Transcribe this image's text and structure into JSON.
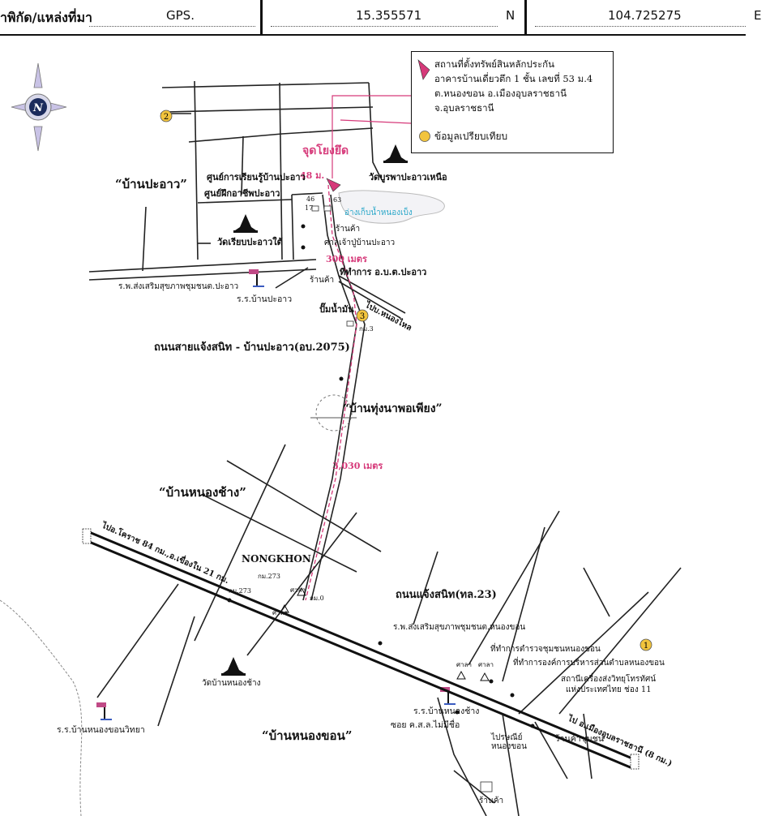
{
  "header": {
    "coord_label": "าพิกัด/แหล่งที่มา",
    "source": "GPS.",
    "lat": "15.355571",
    "lat_dir": "N",
    "lon": "104.725275",
    "lon_dir": "E"
  },
  "legend": {
    "property_line1": "สถานที่ตั้งทรัพย์สินหลักประกัน",
    "property_line2": "อาคารบ้านเดี่ยวตึก 1 ชั้น เลขที่ 53 ม.4",
    "property_line3": "ต.หนองขอน อ.เมืองอุบลราชธานี",
    "property_line4": "จ.อุบลราชธานี",
    "comparison": "ข้อมูลเปรียบเทียบ"
  },
  "compass": {
    "letter": "N",
    "icon": "compass-rose-icon"
  },
  "markers": {
    "m1": "1",
    "m2": "2",
    "m3": "3"
  },
  "labels": {
    "ref_point": "จุดโยงยึด",
    "dist_48": "48 ม.",
    "dist_300": "300 เมตร",
    "dist_3030": "3,030 เมตร",
    "village_prakao": "“บ้านปะอาว”",
    "village_thung": "“บ้านทุ่งนาพอเพียง”",
    "village_nongchang": "“บ้านหนองช้าง”",
    "village_nongkhon": "“บ้านหนองขอน”",
    "learning_center": "ศูนย์การเรียนรู้บ้านปะอาว",
    "training_center": "ศูนย์ฝึกอาชีพปะอาว",
    "temple_south": "วัดเรียบปะอาวใต้",
    "temple_north": "วัดบูรพาปะอาวเหนือ",
    "reservoir": "อ่างเก็บน้ำหนองเบ็ง",
    "shop1": "ร้านค้า",
    "shrine": "ศาลเจ้าปู่บ้านปะอาว",
    "tao_office": "ที่ทำการ อ.บ.ต.ปะอาว",
    "hospital_prakao": "ร.พ.ส่งเสริมสุขภาพชุมชนต.ปะอาว",
    "shop2": "ร้านค้า",
    "school_prakao": "ร.ร.บ้านปะอาว",
    "gas_station": "ปั๊มน้ำมัน",
    "to_nongkhai": "ไปบ.หนองไหล",
    "km3": "กม.3",
    "road_2075": "ถนนสายแจ้งสนิท - บ้านปะอาว(อบ.2075)",
    "to_korat": "ไปอ.โคราช 84 กม.,อ.เขื่องใน 21 กม.",
    "road_23": "ถนนแจ้งสนิท(ทล.23)",
    "km273a": "กม.273",
    "km273b": "กม.273",
    "km0": "กม.0",
    "pavilion1": "ศาลา",
    "pavilion2": "ศาลา",
    "pavilion3": "ศาลา",
    "pavilion4": "ศาลา",
    "hospital_nongkhon": "ร.พ.ส่งเสริมสุขภาพชุมชนต.หนองขอน",
    "police_post": "ที่ทำการตำรวจชุมชนหนองขอน",
    "sao_office": "ที่ทำการองค์การบริหารส่วนตำบลหนองขอน",
    "radio_station": "สถานีเครื่องส่งวิทยุโทรทัศน์",
    "radio_station2": "แห่งประเทศไทย ช่อง 11",
    "school_nongchang": "ร.ร.บ้านหนองช้าง",
    "soi": "ซอย ค.ส.ล.ไม่มีชื่อ",
    "temple_nongchang": "วัดบ้านหนองช้าง",
    "post_office": "ไปรษณีย์",
    "post_office2": "หนองขอน",
    "community_shop": "ร้านค้าชุมชน",
    "shop3": "ร้านค้า",
    "school_witthaya": "ร.ร.บ้านหนองขอนวิทยา",
    "to_ubon": "ไป อ.เมืองอุบลราชธานี (8 กม.)",
    "sign_text": "NONGKHON",
    "house_no_a": "46",
    "house_no_b": "63",
    "house_no_c": "17"
  },
  "colors": {
    "route": "#d63a7a",
    "marker_yellow": "#f2c43d",
    "reservoir_blue": "#2aa7c9",
    "road": "#222222"
  }
}
